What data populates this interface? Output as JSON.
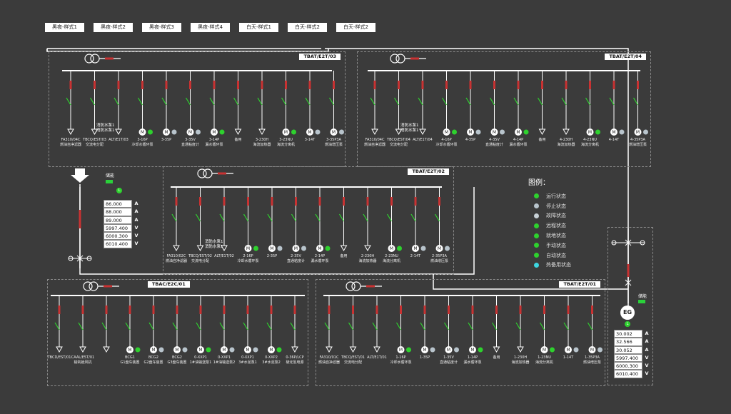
{
  "tabs": [
    "黑夜-样式1",
    "黑夜-样式2",
    "黑夜-样式3",
    "黑夜-样式4",
    "白天-样式1",
    "白天-样式2",
    "白天-样式2"
  ],
  "panels": {
    "tl": {
      "title": "TBAT/E2T/03",
      "feeders": [
        {
          "code": "FA310/04C",
          "desc": "燃油自净滤器"
        },
        {
          "code": "TBCQ/EST/03",
          "desc": "交流电分配"
        },
        {
          "code": "ALT/E1T/03",
          "desc": ""
        },
        {
          "code": "3-16P",
          "desc": "冷却水循环泵"
        },
        {
          "code": "3-35P",
          "desc": ""
        },
        {
          "code": "3-35V",
          "desc": "直通粘度计"
        },
        {
          "code": "3-14P",
          "desc": "漏水循环泵"
        },
        {
          "code": "",
          "desc": "备用"
        },
        {
          "code": "3-230H",
          "desc": "海流加热器"
        },
        {
          "code": "3-23NU",
          "desc": "海流分离机"
        },
        {
          "code": "3-14T",
          "desc": ""
        },
        {
          "code": "3-35P3A",
          "desc": "燃油增压泵"
        }
      ],
      "fire_label_1": "消防水泵1",
      "fire_label_2": "消防水泵1"
    },
    "tr": {
      "title": "TBAT/E2T/04",
      "feeders": [
        {
          "code": "FA310/04C",
          "desc": "燃油自净滤器"
        },
        {
          "code": "TBCQ/EST/04",
          "desc": "交流电分配"
        },
        {
          "code": "ALT/E1T/04",
          "desc": ""
        },
        {
          "code": "4-16P",
          "desc": "冷却水循环泵"
        },
        {
          "code": "4-35P",
          "desc": ""
        },
        {
          "code": "4-35V",
          "desc": "直通粘度计"
        },
        {
          "code": "4-14P",
          "desc": "漏水循环泵"
        },
        {
          "code": "",
          "desc": "备用"
        },
        {
          "code": "4-230H",
          "desc": "海流加热器"
        },
        {
          "code": "4-23NU",
          "desc": "海流分离机"
        },
        {
          "code": "4-14T",
          "desc": ""
        },
        {
          "code": "4-35P3A",
          "desc": "燃油增压泵"
        }
      ],
      "fire_label_1": "消防水泵1",
      "fire_label_2": "消防水泵1"
    },
    "mid": {
      "title": "TBAT/E2T/02",
      "feeders": [
        {
          "code": "FA310/02C",
          "desc": "燃油自净滤器"
        },
        {
          "code": "TBCQ/EST/02",
          "desc": "交流电分配"
        },
        {
          "code": "ALT/E1T/02",
          "desc": ""
        },
        {
          "code": "2-16P",
          "desc": "冷却水循环泵"
        },
        {
          "code": "2-35P",
          "desc": ""
        },
        {
          "code": "2-35V",
          "desc": "直通粘度计"
        },
        {
          "code": "2-14P",
          "desc": "漏水循环泵"
        },
        {
          "code": "",
          "desc": "备用"
        },
        {
          "code": "2-230H",
          "desc": "海流加热器"
        },
        {
          "code": "2-23NU",
          "desc": "海流分离机"
        },
        {
          "code": "2-14T",
          "desc": ""
        },
        {
          "code": "2-35P3A",
          "desc": "燃油增压泵"
        }
      ],
      "fire_label_1": "消防水泵1",
      "fire_label_2": "消防水泵1"
    },
    "bl": {
      "title": "TBAC/E2C/01",
      "feeders": [
        {
          "code": "TBCD/EST/01",
          "desc": ""
        },
        {
          "code": "CAAL/E5T/01",
          "desc": "输氧舱风机"
        },
        {
          "code": "",
          "desc": ""
        },
        {
          "code": "BCG1",
          "desc": "G1盘车装置"
        },
        {
          "code": "BCG2",
          "desc": "G2盘车装置"
        },
        {
          "code": "BCG2",
          "desc": "G3盘车装置"
        },
        {
          "code": "0-XXP1",
          "desc": "1#油输送泵1"
        },
        {
          "code": "0-XXP1",
          "desc": "1#油输送泵2"
        },
        {
          "code": "0-XXP1",
          "desc": "3#水泥泵1"
        },
        {
          "code": "0-XXP2",
          "desc": "3#水泥泵2"
        },
        {
          "code": "0-36P/LCP",
          "desc": "硫化氢电源"
        }
      ]
    },
    "br": {
      "title": "TBAT/E2T/01",
      "feeders": [
        {
          "code": "FA310/01C",
          "desc": "燃油自净滤器"
        },
        {
          "code": "TBCQ/EST/01",
          "desc": "交流电分配"
        },
        {
          "code": "ALT/E1T/01",
          "desc": ""
        },
        {
          "code": "1-16P",
          "desc": "冷却水循环泵"
        },
        {
          "code": "1-35P",
          "desc": ""
        },
        {
          "code": "1-35V",
          "desc": "直通粘度计"
        },
        {
          "code": "1-14P",
          "desc": "漏水循环泵"
        },
        {
          "code": "",
          "desc": "备用"
        },
        {
          "code": "1-230H",
          "desc": "海流加热器"
        },
        {
          "code": "1-23NU",
          "desc": "海流分离机"
        },
        {
          "code": "1-14T",
          "desc": ""
        },
        {
          "code": "1-35P3A",
          "desc": "燃油增压泵"
        }
      ]
    }
  },
  "legend": {
    "title": "图例：",
    "items": [
      {
        "label": "运行状态",
        "color": "#2ed12e"
      },
      {
        "label": "停止状态",
        "color": "#b8c4cc"
      },
      {
        "label": "故障状态",
        "color": "#c7d0d6"
      },
      {
        "label": "远程状态",
        "color": "#2ed12e"
      },
      {
        "label": "就地状态",
        "color": "#2ed12e"
      },
      {
        "label": "手动状态",
        "color": "#2ed12e"
      },
      {
        "label": "自动状态",
        "color": "#2ed12e"
      },
      {
        "label": "热备用状态",
        "color": "#3dd6e0"
      }
    ]
  },
  "left_storage": {
    "label": "储能",
    "values": [
      {
        "num": "86.000",
        "unit": "A"
      },
      {
        "num": "88.000",
        "unit": "A"
      },
      {
        "num": "89.000",
        "unit": "A"
      },
      {
        "num": "5997.400",
        "unit": "V"
      },
      {
        "num": "6000.300",
        "unit": "V"
      },
      {
        "num": "6010.400",
        "unit": "V"
      }
    ]
  },
  "right_storage": {
    "label": "储能",
    "eg": "EG",
    "values": [
      {
        "num": "30.002",
        "unit": "A"
      },
      {
        "num": "32.566",
        "unit": "A"
      },
      {
        "num": "30.052",
        "unit": "A"
      },
      {
        "num": "5997.400",
        "unit": "V"
      },
      {
        "num": "6000.300",
        "unit": "V"
      },
      {
        "num": "6010.400",
        "unit": "V"
      }
    ]
  },
  "colors": {
    "bus": "#ffffff",
    "breaker_closed": "#c83232",
    "switch_open": "#2ed12e",
    "run": "#2ed12e",
    "stop": "#b8c4cc",
    "background": "#3b3b3b"
  },
  "motor_letter": "M",
  "status_letter": "L"
}
